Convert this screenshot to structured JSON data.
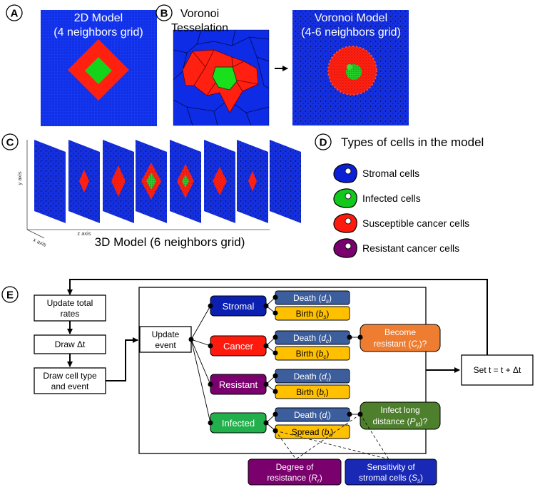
{
  "panels": {
    "A": {
      "letter": "A",
      "title_line1": "2D Model",
      "title_line2": "(4 neighbors grid)"
    },
    "B": {
      "letter": "B",
      "left_line1": "Voronoi",
      "left_line2": "Tesselation",
      "right_line1": "Voronoi Model",
      "right_line2": "(4-6 neighbors grid)"
    },
    "C": {
      "letter": "C",
      "y_axis": "y axis",
      "z_axis": "z axis",
      "x_axis": "x axis",
      "caption": "3D Model (6 neighbors grid)"
    },
    "D": {
      "letter": "D",
      "title": "Types of cells in the model",
      "items": [
        {
          "label": "Stromal cells",
          "color": "#0b1fd6"
        },
        {
          "label": "Infected cells",
          "color": "#12c81a"
        },
        {
          "label": "Susceptible cancer cells",
          "color": "#ff1a0e"
        },
        {
          "label": "Resistant cancer cells",
          "color": "#7a006e"
        }
      ]
    },
    "E": {
      "letter": "E",
      "update_rates_1": "Update total",
      "update_rates_2": "rates",
      "draw_dt": "Draw Δt",
      "draw_cell_1": "Draw cell type",
      "draw_cell_2": "and event",
      "update_event_1": "Update",
      "update_event_2": "event",
      "set_t": "Set t = t + Δt",
      "types": {
        "stromal": "Stromal",
        "cancer": "Cancer",
        "resistant": "Resistant",
        "infected": "Infected"
      },
      "events": {
        "death": "Death",
        "birth": "Birth",
        "spread": "Spread",
        "d": "d",
        "b": "b",
        "sub_s": "s",
        "sub_c": "c",
        "sub_r": "r",
        "sub_i": "i"
      },
      "become_1": "Become",
      "become_2": "resistant (",
      "become_var": "C",
      "become_sub": "r",
      "become_end": ")?",
      "infect_1": "Infect long",
      "infect_2": "distance (",
      "infect_var": "P",
      "infect_sub": "ld",
      "infect_end": ")?",
      "degree_1": "Degree of",
      "degree_2": "resistance (",
      "degree_var": "R",
      "degree_sub": "r",
      "degree_end": ")",
      "sens_1": "Sensitivity of",
      "sens_2": "stromal cells (",
      "sens_var": "S",
      "sens_sub": "s",
      "sens_end": ")"
    }
  },
  "colors": {
    "stromal_blue": "#0b1fd6",
    "grid_blue": "#1030e8",
    "cancer_red": "#ff1a0e",
    "infected_green": "#12c81a",
    "resistant_purple": "#7a006e",
    "event_blue": "#3c5e9c",
    "event_yellow": "#ffc000",
    "orange": "#ee7d31",
    "olive_green": "#4e7f2d",
    "infected_box": "#21b04b",
    "sens_blue": "#1a28b6"
  }
}
